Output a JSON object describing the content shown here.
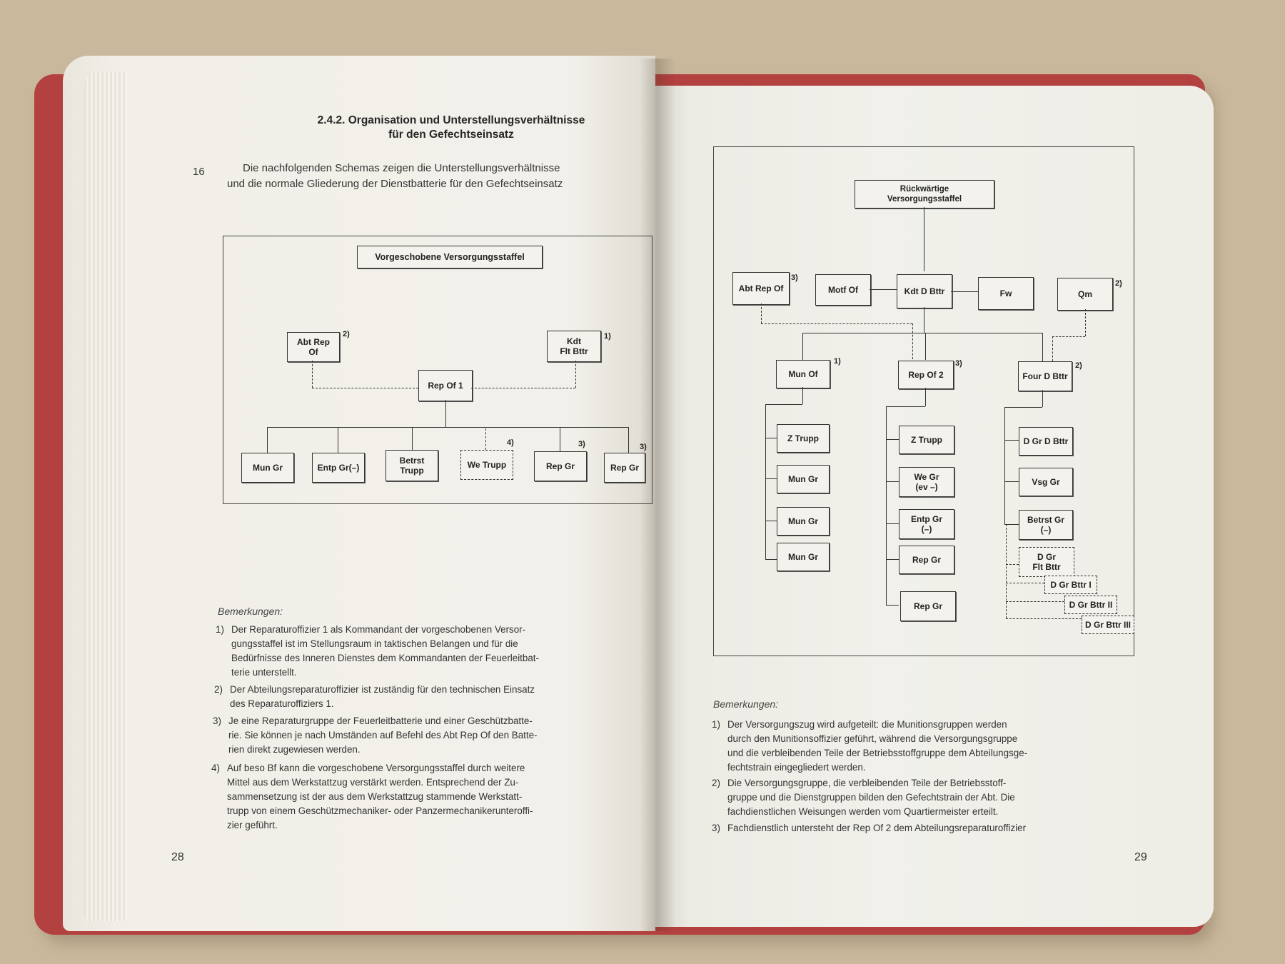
{
  "left_page": {
    "section_title": "2.4.2. Organisation und Unterstellungsverhältnisse",
    "section_title_2": "für den Gefechtseinsatz",
    "paragraph_number": "16",
    "intro_line_1": "Die nachfolgenden Schemas zeigen die Unterstellungsverhältnisse",
    "intro_line_2": "und die normale Gliederung der Dienstbatterie für den Gefechtseinsatz",
    "diagram": {
      "top": "Vorgeschobene Versorgungsstaffel",
      "abt_rep_of": [
        "Abt Rep",
        "Of"
      ],
      "abt_rep_of_fn": "2)",
      "kdt_flt_bttr": [
        "Kdt",
        "Flt Bttr"
      ],
      "kdt_flt_bttr_fn": "1)",
      "rep_of_1": "Rep Of 1",
      "mun_gr": "Mun Gr",
      "entp_gr": "Entp Gr(–)",
      "betrst_trupp": [
        "Betrst",
        "Trupp"
      ],
      "we_trupp": "We Trupp",
      "we_trupp_fn": "4)",
      "rep_gr_a": "Rep Gr",
      "rep_gr_a_fn": "3)",
      "rep_gr_b": "Rep Gr",
      "rep_gr_b_fn": "3)"
    },
    "remarks_heading": "Bemerkungen:",
    "notes": [
      {
        "num": "1)",
        "lines": [
          "Der Reparaturoffizier 1 als Kommandant der vorgeschobenen Versor-",
          "gungsstaffel ist im Stellungsraum in taktischen Belangen und für die",
          "Bedürfnisse des Inneren Dienstes dem Kommandanten der Feuerleitbat-",
          "terie unterstellt."
        ]
      },
      {
        "num": "2)",
        "lines": [
          "Der Abteilungsreparaturoffizier ist zuständig für den technischen Einsatz",
          "des Reparaturoffiziers 1."
        ]
      },
      {
        "num": "3)",
        "lines": [
          "Je eine Reparaturgruppe der Feuerleitbatterie und einer Geschützbatte-",
          "rie. Sie können je nach Umständen auf Befehl des Abt Rep Of den Batte-",
          "rien direkt zugewiesen werden."
        ]
      },
      {
        "num": "4)",
        "lines": [
          "Auf beso Bf kann die vorgeschobene Versorgungsstaffel durch weitere",
          "Mittel aus dem Werkstattzug verstärkt werden. Entsprechend der Zu-",
          "sammensetzung ist der aus dem Werkstattzug stammende Werkstatt-",
          "trupp von einem Geschützmechaniker- oder Panzermechanikerunteroffi-",
          "zier geführt."
        ]
      }
    ],
    "page_number": "28"
  },
  "right_page": {
    "diagram": {
      "top": [
        "Rückwärtige",
        "Versorgungsstaffel"
      ],
      "abt_rep_of": "Abt Rep Of",
      "abt_rep_of_fn": "3)",
      "motf_of": "Motf Of",
      "kdt_d_bttr": "Kdt D Bttr",
      "fw": "Fw",
      "qm": "Qm",
      "qm_fn": "2)",
      "mun_of": "Mun Of",
      "mun_of_fn": "1)",
      "rep_of_2": "Rep Of 2",
      "rep_of_2_fn": "3)",
      "four_d_bttr": "Four D Bttr",
      "four_d_bttr_fn": "2)",
      "col1": [
        "Z Trupp",
        "Mun Gr",
        "Mun Gr",
        "Mun Gr"
      ],
      "col2_z_trupp": "Z Trupp",
      "col2_we_gr": [
        "We Gr",
        "(ev –)"
      ],
      "col2_entp_gr": [
        "Entp Gr",
        "(–)"
      ],
      "col2_rep_gr_a": "Rep Gr",
      "col2_rep_gr_b": "Rep Gr",
      "col3_d_gr_d_bttr": "D Gr D Bttr",
      "col3_vsg_gr": "Vsg Gr",
      "col3_betrst_gr": [
        "Betrst Gr",
        "(–)"
      ],
      "col3_d_gr_flt": [
        "D Gr",
        "Flt Bttr"
      ],
      "col3_d_gr_1": "D Gr Bttr I",
      "col3_d_gr_2": "D Gr Bttr II",
      "col3_d_gr_3": "D Gr Bttr III"
    },
    "remarks_heading": "Bemerkungen:",
    "notes": [
      {
        "num": "1)",
        "lines": [
          "Der Versorgungszug wird aufgeteilt: die Munitionsgruppen werden",
          "durch den Munitionsoffizier geführt, während die Versorgungsgruppe",
          "und die verbleibenden Teile der Betriebsstoffgruppe dem Abteilungsge-",
          "fechtstrain eingegliedert werden."
        ]
      },
      {
        "num": "2)",
        "lines": [
          "Die Versorgungsgruppe, die verbleibenden Teile der Betriebsstoff-",
          "gruppe und die Dienstgruppen bilden den Gefechtstrain der Abt. Die",
          "fachdienstlichen Weisungen werden vom Quartiermeister erteilt."
        ]
      },
      {
        "num": "3)",
        "lines": [
          "Fachdienstlich untersteht der Rep Of 2 dem Abteilungsreparaturoffizier"
        ]
      }
    ],
    "page_number": "29"
  }
}
